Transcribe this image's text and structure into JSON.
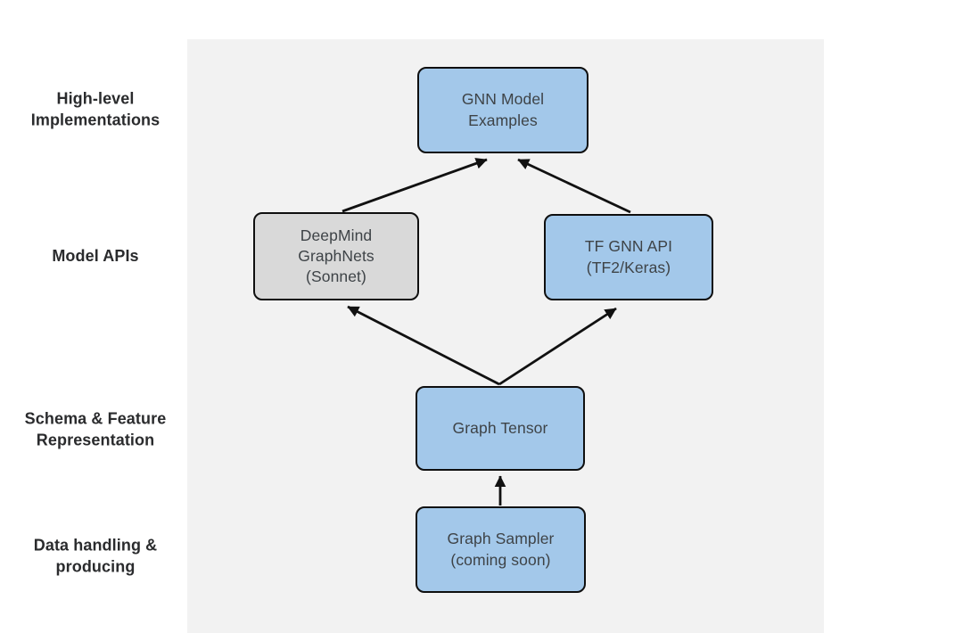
{
  "diagram": {
    "rows": [
      {
        "id": "high-level",
        "label": "High-level\nImplementations"
      },
      {
        "id": "model-apis",
        "label": "Model APIs"
      },
      {
        "id": "schema",
        "label": "Schema & Feature\nRepresentation"
      },
      {
        "id": "data-handling",
        "label": "Data handling &\nproducing"
      }
    ],
    "nodes": {
      "gnn_examples": {
        "label": "GNN Model\nExamples",
        "fill": "#a3c8ea"
      },
      "deepmind": {
        "label": "DeepMind\nGraphNets\n(Sonnet)",
        "fill": "#d9d9d9"
      },
      "tf_gnn_api": {
        "label": "TF GNN API\n(TF2/Keras)",
        "fill": "#a3c8ea"
      },
      "graph_tensor": {
        "label": "Graph Tensor",
        "fill": "#a3c8ea"
      },
      "graph_sampler": {
        "label": "Graph Sampler\n(coming soon)",
        "fill": "#a3c8ea"
      }
    },
    "edges": [
      {
        "from": "graph_sampler",
        "to": "graph_tensor"
      },
      {
        "from": "graph_tensor",
        "to": "deepmind"
      },
      {
        "from": "graph_tensor",
        "to": "tf_gnn_api"
      },
      {
        "from": "deepmind",
        "to": "gnn_examples"
      },
      {
        "from": "tf_gnn_api",
        "to": "gnn_examples"
      }
    ],
    "colors": {
      "panel_background": "#f2f2f2",
      "page_background": "#ffffff",
      "node_blue": "#a3c8ea",
      "node_gray": "#d9d9d9",
      "node_border": "#0f0f0f",
      "arrow": "#111111",
      "row_label_text": "#2a2b2d",
      "node_text": "#3e4347"
    }
  }
}
